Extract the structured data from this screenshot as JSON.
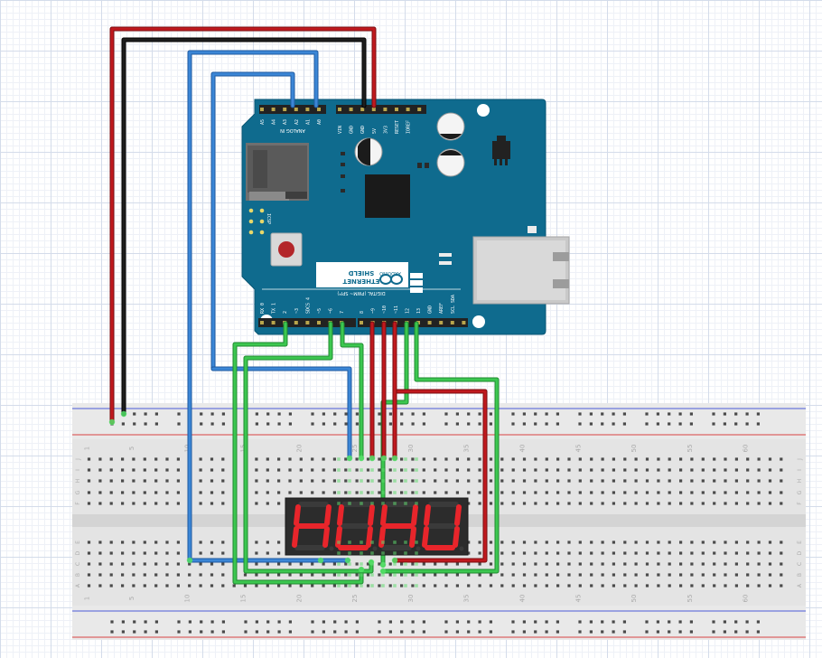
{
  "shield": {
    "name": "ETHERNET SHIELD",
    "title_line1": "ETHERNET",
    "title_line2": "SHIELD",
    "brand": "ARDUINO",
    "digital_label": "DIGITAL (PWM~ SPI*)",
    "analog_label": "ANALOG IN",
    "icsp_label": "ICSP",
    "analog_pins": [
      "A5",
      "A4",
      "A3",
      "A2",
      "A1",
      "A0"
    ],
    "power_pins": [
      "VIN",
      "GND",
      "GND",
      "5V",
      "3V3",
      "RESET",
      "IOREF"
    ],
    "digital_pins_low": [
      "RX 0",
      "TX 1",
      "2",
      "~3",
      "SDCS 4",
      "~5",
      "~6",
      "7"
    ],
    "digital_pins_high": [
      "8",
      "~9",
      "~10",
      "~11",
      "12",
      "13",
      "GND",
      "AREF",
      "SCL SDA"
    ]
  },
  "display": {
    "digits": [
      "H",
      "U",
      "H",
      "U"
    ],
    "segment_color": "#e8252b"
  },
  "breadboard": {
    "column_numbers": [
      "1",
      "5",
      "10",
      "15",
      "20",
      "25",
      "30",
      "35",
      "40",
      "45",
      "50",
      "55",
      "60"
    ],
    "rows_top": [
      "J",
      "I",
      "H",
      "G",
      "F"
    ],
    "rows_bottom": [
      "E",
      "D",
      "C",
      "B",
      "A"
    ]
  },
  "colors": {
    "pcb": "#0e6a8f",
    "wire_red": "#c0191e",
    "wire_black": "#1b1b1b",
    "wire_blue": "#2f79c9",
    "wire_green": "#33b84a",
    "breadboard": "#e5e5e5"
  }
}
